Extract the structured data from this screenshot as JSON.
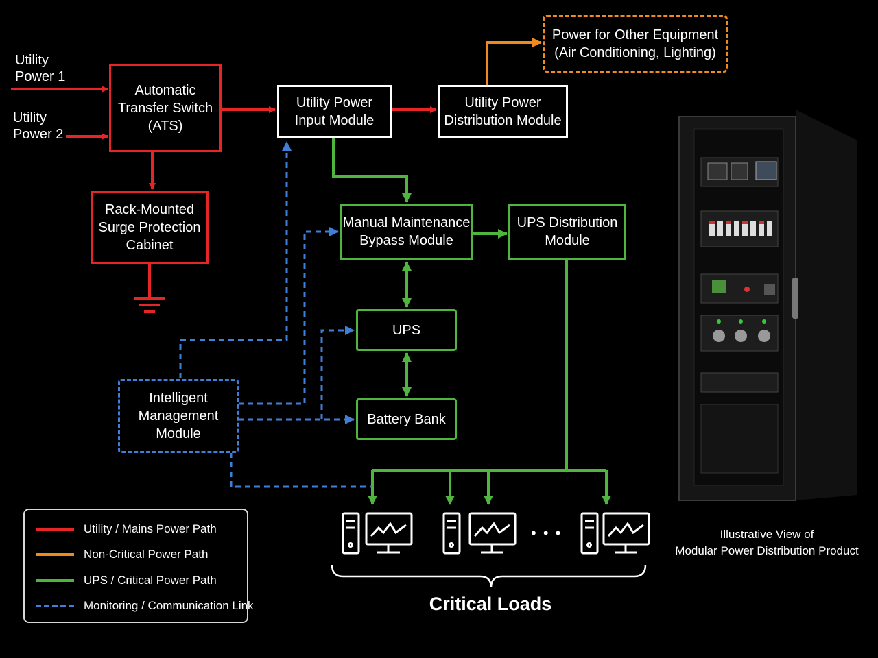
{
  "inputs": {
    "utility1": "Utility\nPower 1",
    "utility2": "Utility\nPower 2"
  },
  "nodes": {
    "ats": "Automatic\nTransfer Switch\n(ATS)",
    "surge": "Rack-Mounted\nSurge Protection\nCabinet",
    "upim": "Utility Power\nInput Module",
    "updm": "Utility Power\nDistribution Module",
    "other": "Power for Other Equipment\n(Air Conditioning, Lighting)",
    "bypass": "Manual Maintenance\nBypass Module",
    "upsdist": "UPS Distribution\nModule",
    "ups": "UPS",
    "battery": "Battery Bank",
    "imm": "Intelligent\nManagement\nModule"
  },
  "loads": {
    "title": "Critical Loads",
    "ellipsis": "• • •"
  },
  "legend": [
    {
      "label": "Utility / Mains Power Path",
      "color": "#e62626",
      "style": "solid"
    },
    {
      "label": "Non-Critical Power Path",
      "color": "#ef8a1e",
      "style": "solid"
    },
    {
      "label": "UPS / Critical Power Path",
      "color": "#4fb53e",
      "style": "solid"
    },
    {
      "label": "Monitoring / Communication Link",
      "color": "#3f7fd6",
      "style": "dashed"
    }
  ],
  "product": {
    "caption": "Illustrative View of\nModular Power Distribution Product"
  },
  "colors": {
    "utility": "#e62626",
    "noncritical": "#ef8a1e",
    "critical": "#4fb53e",
    "monitoring": "#3f7fd6"
  }
}
